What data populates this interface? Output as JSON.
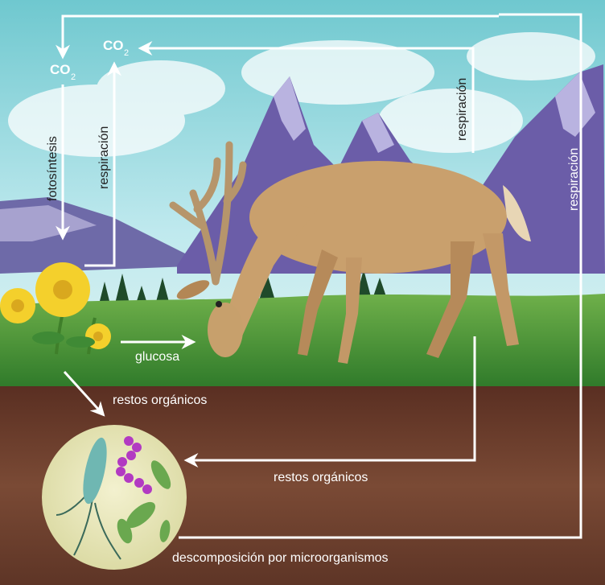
{
  "labels": {
    "co2_left": "CO",
    "co2_left_sub": "2",
    "co2_right": "CO",
    "co2_right_sub": "2",
    "fotosintesis": "fotosíntesis",
    "respiracion_plant": "respiración",
    "respiracion_deer": "respiración",
    "respiracion_soil": "respiración",
    "glucosa": "glucosa",
    "restos_plant": "restos orgánicos",
    "restos_deer": "restos orgánicos",
    "descomposicion": "descomposición por microorganismos"
  },
  "colors": {
    "sky_top": "#7fd0d6",
    "sky_bottom": "#cfeff2",
    "mountain": "#7668b3",
    "mountain_snow": "#e6e9f5",
    "grass": "#4f9a3a",
    "soil": "#6b3b2c",
    "deer": "#c8a06e",
    "flower": "#f2d230",
    "arrow": "#ffffff"
  }
}
